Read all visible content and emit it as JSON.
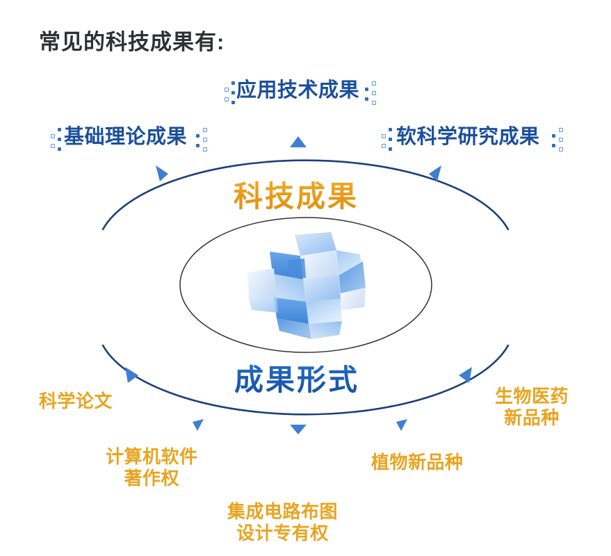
{
  "header": {
    "title": "常见的科技成果有:"
  },
  "colors": {
    "title_text": "#2e3033",
    "label_blue": "#1a4f9c",
    "label_orange": "#e8a420",
    "center_title_orange": "#efa522",
    "center_title_blue": "#1f63c0",
    "arc_stroke": "#1b3f7a",
    "marker_fill": "#3f7fd1",
    "inner_ellipse_stroke": "#333333",
    "background": "#ffffff"
  },
  "center": {
    "upper_title": "科技成果",
    "lower_title": "成果形式",
    "graphic_name": "abstract-blue-cube"
  },
  "top_labels": [
    {
      "id": "applied",
      "text": "应用技术成果",
      "style": "blue",
      "dots": true
    },
    {
      "id": "basic",
      "text": "基础理论成果",
      "style": "blue",
      "dots": true
    },
    {
      "id": "soft-science",
      "text": "软科学研究成果",
      "style": "blue",
      "dots": true
    }
  ],
  "bottom_labels": [
    {
      "id": "paper",
      "line1": "科学论文",
      "line2": "",
      "style": "orange"
    },
    {
      "id": "bio-medicine",
      "line1": "生物医药",
      "line2": "新品种",
      "style": "orange"
    },
    {
      "id": "software-copyright",
      "line1": "计算机软件",
      "line2": "著作权",
      "style": "orange"
    },
    {
      "id": "plant-variety",
      "line1": "植物新品种",
      "line2": "",
      "style": "orange"
    },
    {
      "id": "circuit-layout",
      "line1": "集成电路布图",
      "line2": "设计专有权",
      "style": "orange"
    }
  ],
  "diagram": {
    "type": "radial-concept-map",
    "outer_arc_top_markers": 3,
    "outer_arc_bottom_markers": 5,
    "inner_shape": "ellipse"
  }
}
